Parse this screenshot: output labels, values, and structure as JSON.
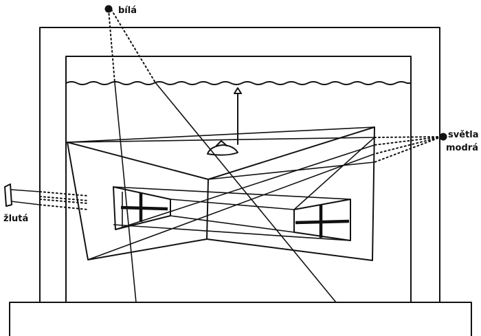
{
  "diagram": {
    "labels": {
      "white": "bílá",
      "light_blue_line1": "světla",
      "light_blue_line2": "modrá",
      "yellow": "žlutá"
    }
  }
}
